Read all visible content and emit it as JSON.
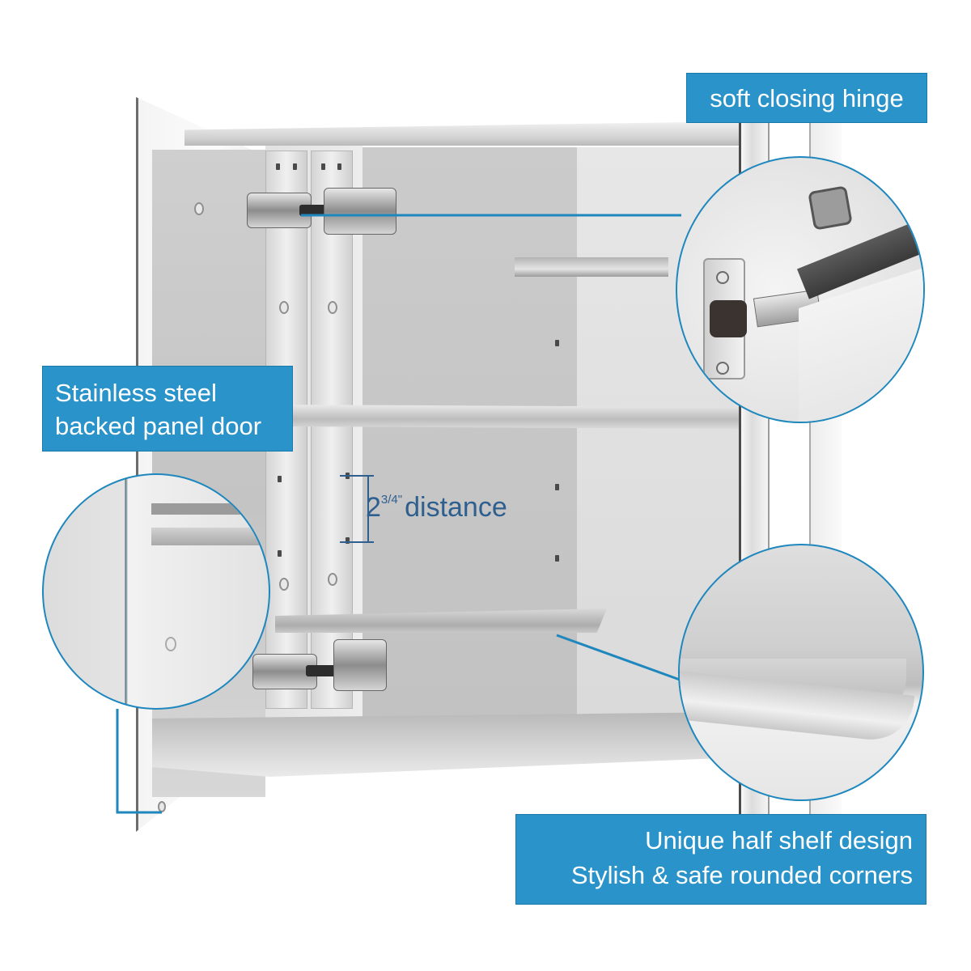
{
  "image": {
    "subject": "Stainless steel medicine cabinet with open door",
    "accent_color": "#2a93c9",
    "line_color": "#1e87bd",
    "distance_text_color": "#2e5f8e"
  },
  "callouts": {
    "hinge": {
      "label": "soft closing hinge"
    },
    "door": {
      "line1": "Stainless steel",
      "line2": "backed panel door"
    },
    "shelf": {
      "line1": "Unique half shelf design",
      "line2": "Stylish & safe rounded corners"
    }
  },
  "measurement": {
    "whole": "2",
    "fraction": "3/4\"",
    "text": "distance"
  }
}
